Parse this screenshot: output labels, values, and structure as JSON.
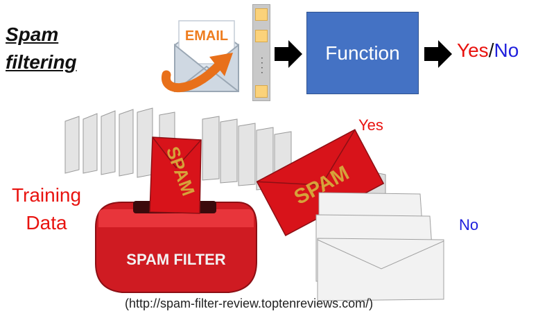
{
  "title": {
    "line1": "Spam",
    "line2": "filtering"
  },
  "email_icon": {
    "label": "EMAIL"
  },
  "input_strip": {
    "ellipsis": "⋮"
  },
  "function_box": {
    "label": "Function"
  },
  "output": {
    "yes": "Yes",
    "slash": "/",
    "no": "No"
  },
  "training": {
    "line1": "Training",
    "line2": "Data"
  },
  "labels": {
    "yes": "Yes",
    "no": "No"
  },
  "illustration": {
    "spam_letter_text": "SPAM",
    "filter_box_text": "SPAM FILTER"
  },
  "source": "(http://spam-filter-review.toptenreviews.com/)",
  "colors": {
    "function_blue": "#4472c4",
    "yes_red": "#e8130f",
    "no_blue": "#1f1fdc",
    "spam_red": "#d8131a"
  }
}
